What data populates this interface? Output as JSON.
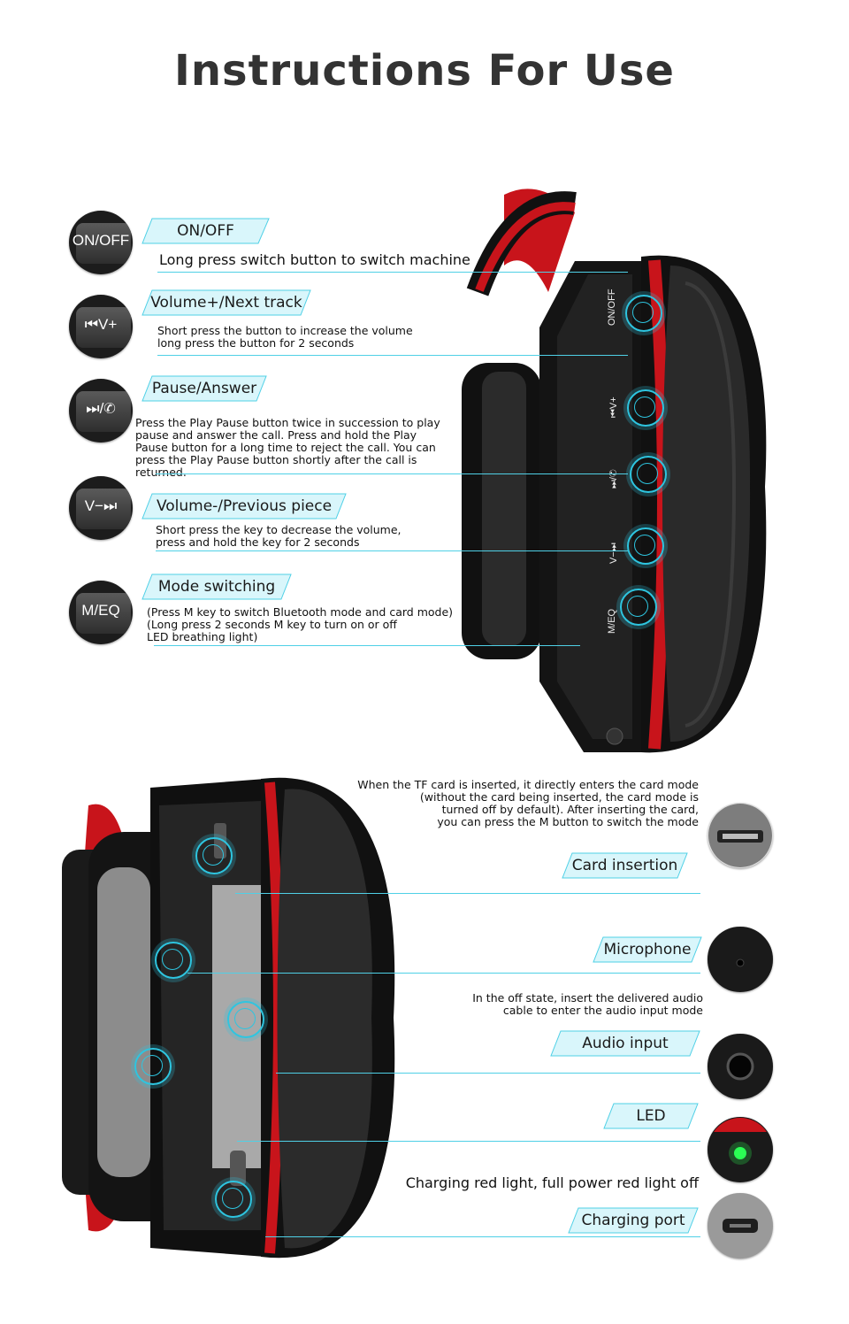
{
  "title": "Instructions For Use",
  "buttons": [
    {
      "icon_label": "ON/OFF",
      "tag": "ON/OFF",
      "desc": "Long press switch button to switch machine"
    },
    {
      "icon_label": "⏮V+",
      "tag": "Volume+/Next track",
      "desc": "Short press the button to increase the volume\nlong press the button for 2 seconds"
    },
    {
      "icon_label": "⏭/✆",
      "tag": "Pause/Answer",
      "desc": "Press the Play Pause button twice in succession to play\npause and answer the call. Press and hold the Play\nPause button for a long time to reject the call. You can\npress the Play Pause button shortly after the call is returned."
    },
    {
      "icon_label": "V−⏭",
      "tag": "Volume-/Previous piece",
      "desc": "Short press the key to decrease the volume,\npress and hold the key for 2 seconds"
    },
    {
      "icon_label": "M/EQ",
      "tag": "Mode switching",
      "desc": "(Press M key to switch Bluetooth mode and card mode)\n(Long press 2 seconds M key to turn on or off\nLED breathing light)"
    }
  ],
  "side_labels": [
    "ON/OFF",
    "⏮V+",
    "⏭/✆",
    "V−⏭",
    "M/EQ"
  ],
  "ports": [
    {
      "tag": "Card insertion",
      "note": "When the TF card is inserted, it directly enters the card mode\n(without the card being inserted, the card mode is\nturned off by default). After inserting the card,\nyou can press the M button to switch the mode",
      "icon": "tf-card-slot-icon"
    },
    {
      "tag": "Microphone",
      "note": "",
      "icon": "microphone-hole-icon"
    },
    {
      "tag": "Audio input",
      "note": "In the off state, insert the delivered audio\ncable to enter the audio input mode",
      "icon": "audio-jack-icon"
    },
    {
      "tag": "LED",
      "note": "",
      "icon": "led-icon"
    },
    {
      "tag": "Charging port",
      "note": "Charging red light, full power red light off",
      "icon": "micro-usb-port-icon"
    }
  ],
  "colors": {
    "accent": "#4fd0e6",
    "tag_fill": "#d9f6fb",
    "earcup_red": "#c8141b",
    "earcup_black": "#111111"
  }
}
